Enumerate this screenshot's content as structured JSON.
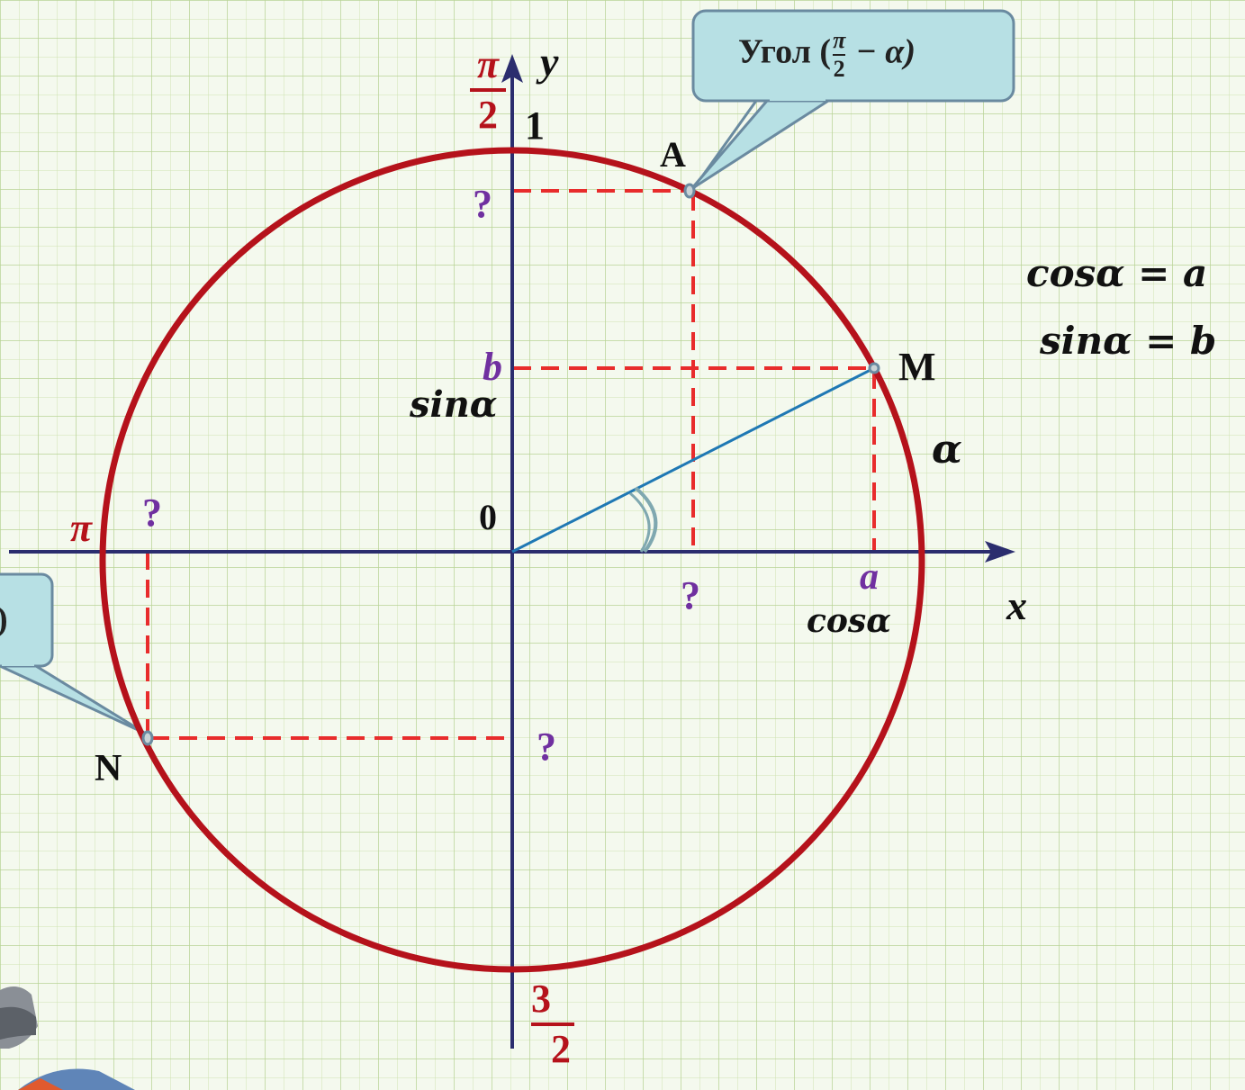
{
  "labels": {
    "y_axis": "y",
    "x_axis": "x",
    "one": "1",
    "zero": "0",
    "point_a": "A",
    "point_m": "M",
    "point_n": "N",
    "pi": "π",
    "pi_half_num": "π",
    "pi_half_den": "2",
    "three_pi_half_num": "3",
    "three_pi_half_den": "2",
    "b": "b",
    "sin_alpha": "sinα",
    "a": "a",
    "cos_alpha": "cosα",
    "alpha": "α",
    "q_top": "?",
    "q_bottom_center": "?",
    "q_left_top": "?",
    "q_right_bottom": "?"
  },
  "formulas": {
    "cos": "cosα = a",
    "sin": "sinα = b"
  },
  "callout_a": {
    "prefix": "Угол (",
    "frac_num": "π",
    "frac_den": "2",
    "suffix": " − α)"
  },
  "callout_n": {
    "text": ")"
  },
  "colors": {
    "circle": "#b5121b",
    "axis": "#2b2d6e",
    "radius": "#1f78b4",
    "dashed": "#e82c2c",
    "callout_fill": "#b7e0e4",
    "label_purple": "#7030a0",
    "label_red": "#b5121b"
  }
}
